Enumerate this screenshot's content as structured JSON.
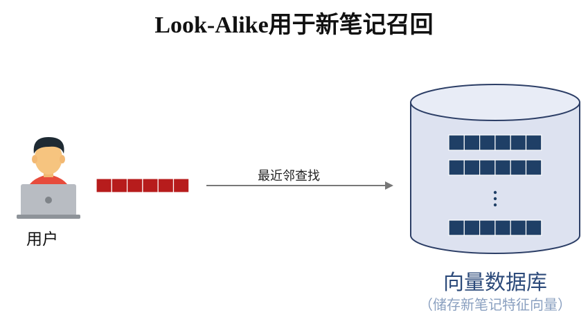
{
  "title": "Look-Alike用于新笔记召回",
  "user": {
    "label": "用户",
    "icon": "user-with-laptop-icon"
  },
  "query_vector": {
    "cells": 6,
    "color": "#b71c1c"
  },
  "arrow": {
    "label": "最近邻查找"
  },
  "database": {
    "label": "向量数据库",
    "sublabel": "（储存新笔记特征向量）",
    "icon": "database-cylinder-icon",
    "vector_color": "#1f3f66",
    "vector_cells": 6,
    "ellipsis": "⋮"
  }
}
